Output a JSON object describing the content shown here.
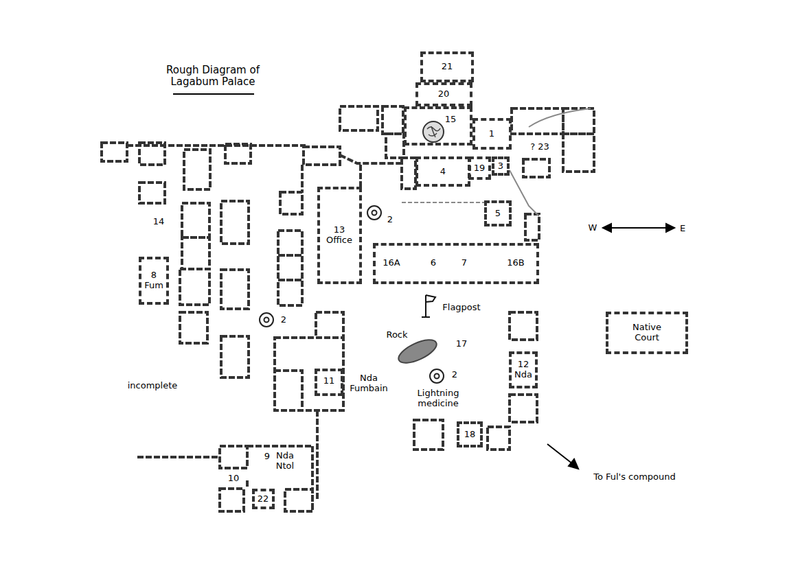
{
  "diagram": {
    "title": "Rough Diagram of Lagabum Palace",
    "nodes": [
      {
        "text": [
          "21"
        ]
      },
      {
        "text": [
          "20"
        ]
      },
      {
        "text": [
          "15"
        ]
      },
      {
        "text": [
          "1"
        ]
      },
      {
        "text": [
          "4"
        ]
      },
      {
        "text": [
          "19"
        ]
      },
      {
        "text": [
          "3"
        ]
      },
      {
        "text": [
          "5"
        ]
      },
      {
        "text": [
          "13",
          "Office"
        ]
      },
      {
        "text": [
          "16A",
          "6",
          "7",
          "16B"
        ]
      },
      {
        "text": [
          "8",
          "Fum"
        ]
      },
      {
        "text": [
          "11",
          "Nda Fumbain"
        ]
      },
      {
        "text": [
          "12",
          "Nda"
        ]
      },
      {
        "text": [
          "18"
        ]
      },
      {
        "text": [
          "Native Court"
        ]
      },
      {
        "text": [
          "22"
        ]
      }
    ],
    "labels": [
      "14",
      "incomplete",
      "2",
      "2",
      "2",
      "Rock",
      "Flagpost",
      "17",
      "Lightning medicine",
      "? 23",
      "W",
      "E",
      "To Ful's compound",
      "10",
      "9",
      "Nda Ntol"
    ]
  }
}
